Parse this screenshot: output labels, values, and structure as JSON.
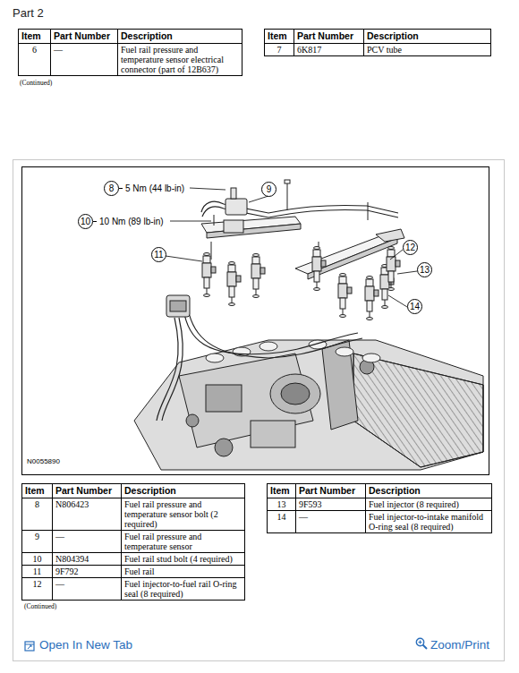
{
  "diagram": {
    "nodes": [
      {
        "text": [
          "8",
          "5 Nm (44 lb-in)"
        ]
      },
      {
        "text": [
          "9"
        ]
      },
      {
        "text": [
          "10",
          "10 Nm (89 lb-in)"
        ]
      },
      {
        "text": [
          "11"
        ]
      },
      {
        "text": [
          "12"
        ]
      },
      {
        "text": [
          "13"
        ]
      },
      {
        "text": [
          "14"
        ]
      }
    ],
    "labels": [
      "Part 2",
      "Item",
      "Part Number",
      "Description",
      "6",
      "—",
      "Fuel rail pressure and temperature sensor electrical connector (part of 12B637)",
      "Item",
      "Part Number",
      "Description",
      "7",
      "6K817",
      "PCV tube",
      "(Continued)",
      "N0055890",
      "Item",
      "Part Number",
      "Description",
      "8",
      "N806423",
      "Fuel rail pressure and temperature sensor bolt (2 required)",
      "9",
      "—",
      "Fuel rail pressure and temperature sensor",
      "10",
      "N804394",
      "Fuel rail stud bolt (4 required)",
      "11",
      "9F792",
      "Fuel rail",
      "12",
      "—",
      "Fuel injector-to-fuel rail O-ring seal (8 required)",
      "Item",
      "Part Number",
      "Description",
      "13",
      "9F593",
      "Fuel injector (8 required)",
      "14",
      "—",
      "Fuel injector-to-intake manifold O-ring seal (8 required)",
      "(Continued)",
      "Open In New Tab",
      "Zoom/Print"
    ]
  }
}
